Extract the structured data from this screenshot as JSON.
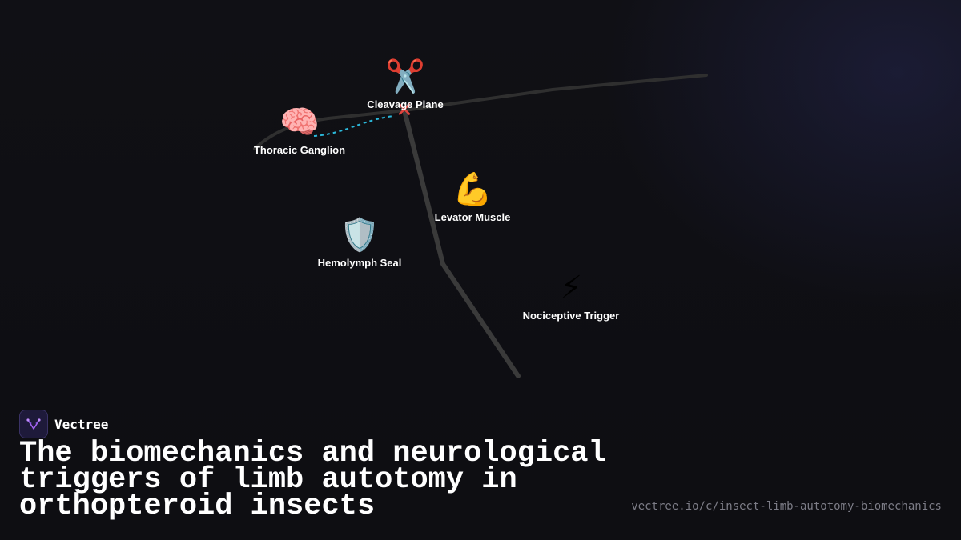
{
  "nodes": [
    {
      "id": "cleavage-plane",
      "label": "Cleavage Plane",
      "icon": "scissors-icon",
      "glyph": "✂️"
    },
    {
      "id": "thoracic-ganglion",
      "label": "Thoracic Ganglion",
      "icon": "brain-icon",
      "glyph": "🧠"
    },
    {
      "id": "levator-muscle",
      "label": "Levator Muscle",
      "icon": "flexed-biceps-icon",
      "glyph": "💪"
    },
    {
      "id": "hemolymph-seal",
      "label": "Hemolymph Seal",
      "icon": "shield-icon",
      "glyph": "🛡️"
    },
    {
      "id": "nociceptive-trigger",
      "label": "Nociceptive Trigger",
      "icon": "lightning-icon",
      "glyph": "⚡"
    }
  ],
  "cut_marker": {
    "icon": "cross-mark-icon",
    "glyph": "✕",
    "color": "#e0453f"
  },
  "signal_color": "#2bb7d9",
  "limb_color": "#3a3a3a",
  "brand": {
    "name": "Vectree",
    "logo_icon": "vectree-logo-icon",
    "accent": "#a463f2"
  },
  "title": "The biomechanics and neurological triggers of limb autotomy in orthopteroid insects",
  "url": "vectree.io/c/insect-limb-autotomy-biomechanics"
}
